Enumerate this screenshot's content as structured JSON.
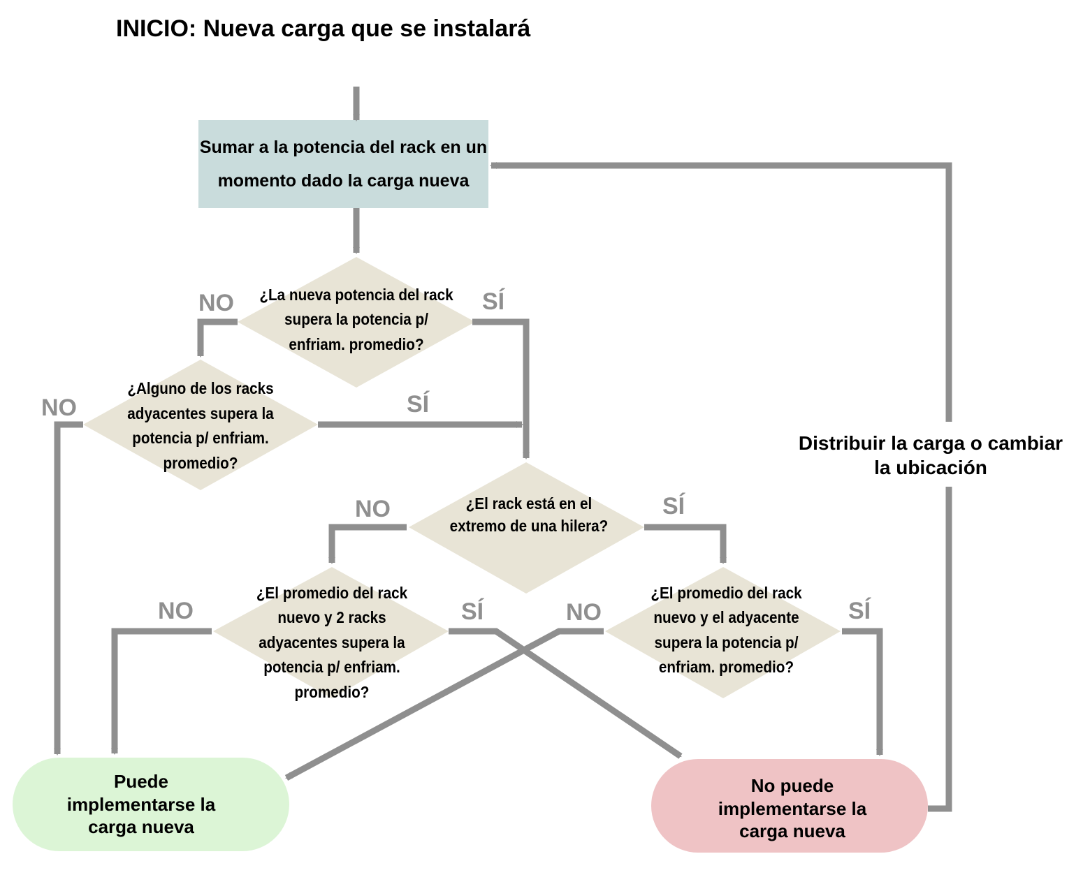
{
  "title": "INICIO: Nueva carga que se instalará",
  "colors": {
    "process_fill": "#c9dcdc",
    "decision_fill": "#e8e4d6",
    "yes_terminal_fill": "#dcf5d6",
    "no_terminal_fill": "#efc3c5",
    "connector": "#8f8f8f",
    "text": "#000000"
  },
  "nodes": {
    "sumar": [
      "Sumar a la potencia del rack en un",
      "momento dado la carga nueva"
    ],
    "d1": [
      "¿La nueva potencia del rack",
      "supera la potencia p/",
      "enfriam. promedio?"
    ],
    "d2": [
      "¿Alguno de los racks",
      "adyacentes supera la",
      "potencia p/ enfriam.",
      "promedio?"
    ],
    "d3": [
      "¿El rack está en el",
      "extremo de una hilera?"
    ],
    "d4": [
      "¿El promedio del rack",
      "nuevo y 2 racks",
      "adyacentes supera la",
      "potencia p/ enfriam.",
      "promedio?"
    ],
    "d5": [
      "¿El promedio del rack",
      "nuevo y el adyacente",
      "supera la potencia p/",
      "enfriam. promedio?"
    ],
    "puede": [
      "Puede",
      "implementarse la",
      "carga nueva"
    ],
    "no_puede": [
      "No puede",
      "implementarse la",
      "carga nueva"
    ],
    "distribuir": [
      "Distribuir la carga o cambiar",
      "la ubicación"
    ]
  },
  "edge_labels": {
    "no": "NO",
    "si": "SÍ"
  }
}
